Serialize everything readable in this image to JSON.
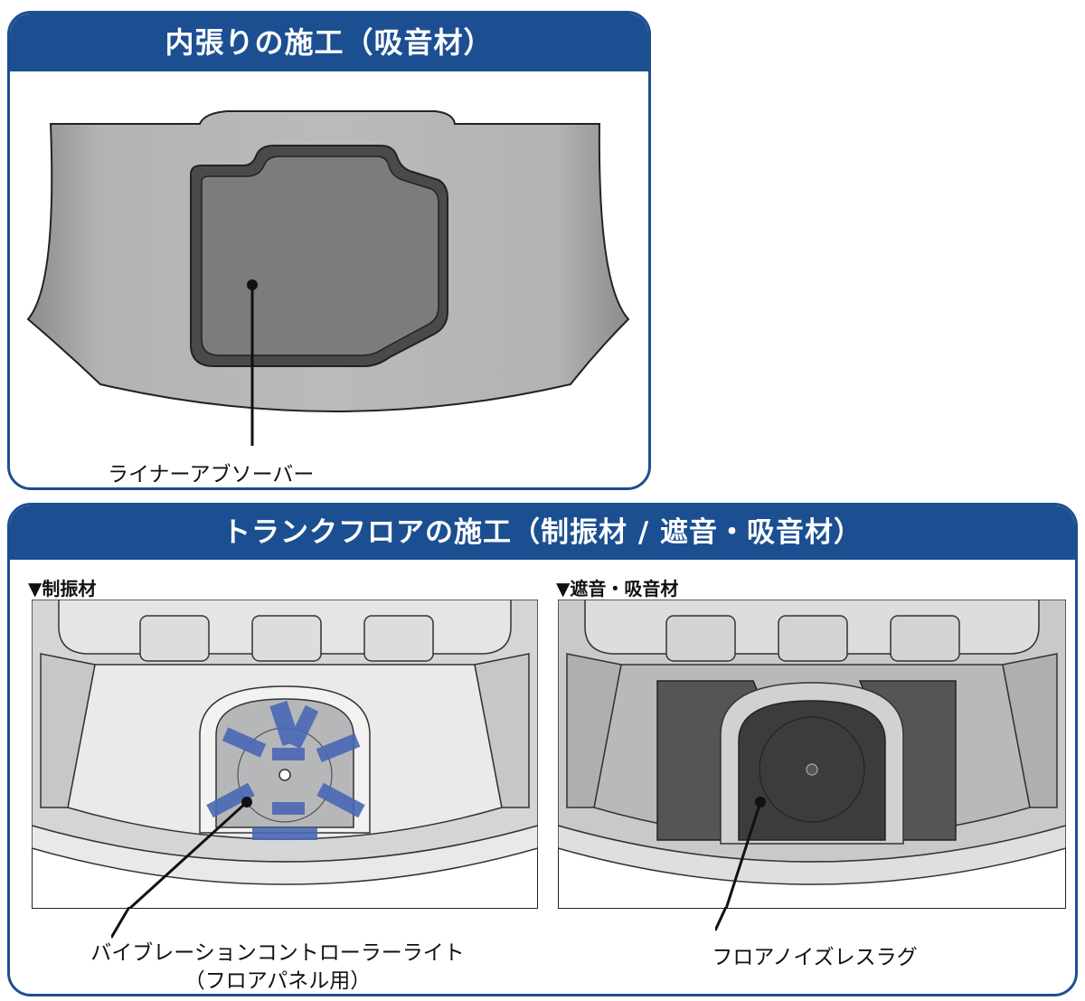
{
  "top_panel": {
    "title": "内張りの施工（吸音材）",
    "callout": "ライナーアブソーバー"
  },
  "bottom_panel": {
    "title": "トランクフロアの施工（制振材 / 遮音・吸音材）",
    "left": {
      "label": "▼制振材",
      "callout_line1": "バイブレーションコントローラーライト",
      "callout_line2": "（フロアパネル用）"
    },
    "right": {
      "label": "▼遮音・吸音材",
      "callout": "フロアノイズレスラグ"
    }
  },
  "colors": {
    "header_blue": "#1c4f92",
    "damping_blue": "#4a68b5",
    "absorber_dark": "#555555"
  }
}
